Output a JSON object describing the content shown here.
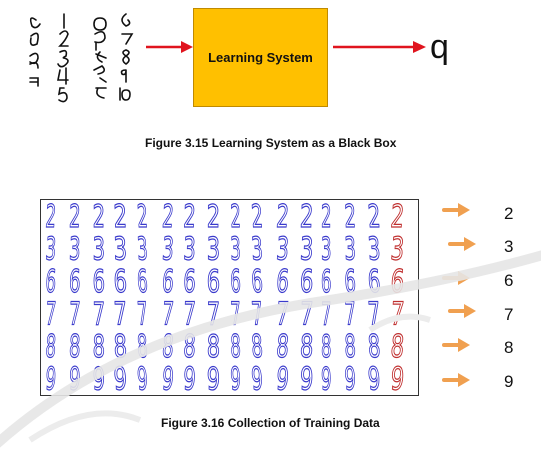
{
  "figure1": {
    "caption": "Figure 3.15 Learning System as a Black Box",
    "box_label": "Learning System",
    "output": "q",
    "box_color": "#ffc000",
    "arrow_color": "#e0141e"
  },
  "figure2": {
    "caption": "Figure 3.16 Collection of Training Data",
    "labels": [
      "2",
      "3",
      "6",
      "7",
      "8",
      "9"
    ],
    "digit_color": "#3a3acc",
    "last_column_color": "#c03030",
    "arrow_color": "#f0a050"
  }
}
